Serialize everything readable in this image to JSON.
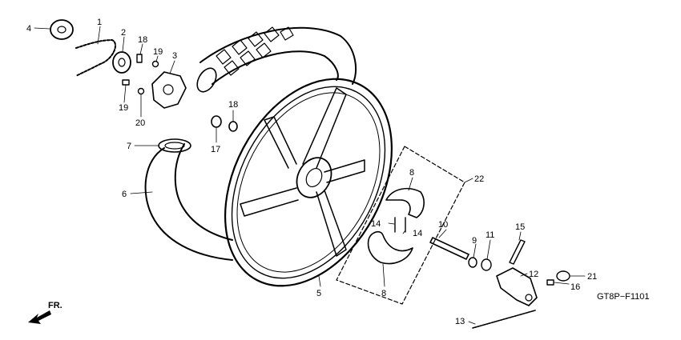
{
  "diagram": {
    "code": "GT8P−F1101",
    "front_arrow_label": "FR.",
    "parts": [
      {
        "id": "p1",
        "label": "1"
      },
      {
        "id": "p2",
        "label": "2"
      },
      {
        "id": "p3",
        "label": "3"
      },
      {
        "id": "p4",
        "label": "4"
      },
      {
        "id": "p5",
        "label": "5"
      },
      {
        "id": "p6",
        "label": "6"
      },
      {
        "id": "p7",
        "label": "7"
      },
      {
        "id": "p8a",
        "label": "8"
      },
      {
        "id": "p8b",
        "label": "8"
      },
      {
        "id": "p9",
        "label": "9"
      },
      {
        "id": "p10",
        "label": "10"
      },
      {
        "id": "p11",
        "label": "11"
      },
      {
        "id": "p12",
        "label": "12"
      },
      {
        "id": "p13",
        "label": "13"
      },
      {
        "id": "p14a",
        "label": "14"
      },
      {
        "id": "p14b",
        "label": "14"
      },
      {
        "id": "p15",
        "label": "15"
      },
      {
        "id": "p16",
        "label": "16"
      },
      {
        "id": "p17",
        "label": "17"
      },
      {
        "id": "p18a",
        "label": "18"
      },
      {
        "id": "p18b",
        "label": "18"
      },
      {
        "id": "p19a",
        "label": "19"
      },
      {
        "id": "p19b",
        "label": "19"
      },
      {
        "id": "p20",
        "label": "20"
      },
      {
        "id": "p21",
        "label": "21"
      },
      {
        "id": "p22",
        "label": "22"
      }
    ]
  }
}
